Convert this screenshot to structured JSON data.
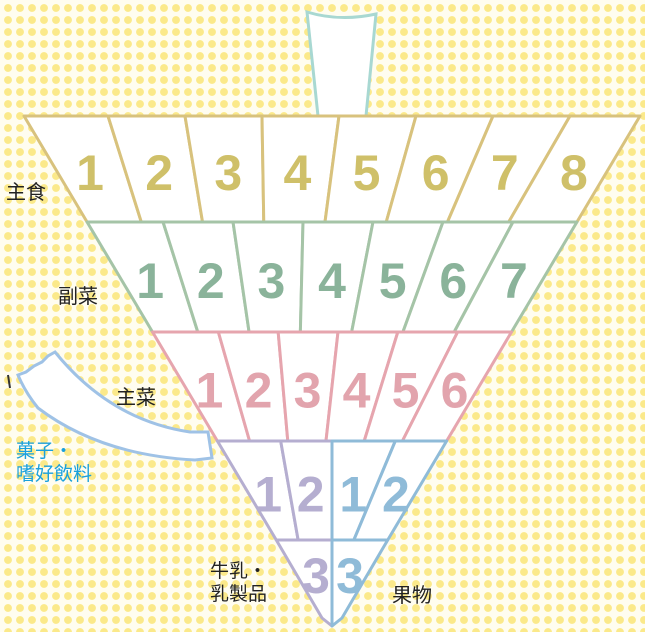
{
  "tiers": [
    {
      "name": "主食",
      "servings": [
        "1",
        "2",
        "3",
        "4",
        "5",
        "6",
        "7",
        "8"
      ],
      "color": "#d8c27d",
      "digit_color": "#cfc069"
    },
    {
      "name": "副菜",
      "servings": [
        "1",
        "2",
        "3",
        "4",
        "5",
        "6",
        "7"
      ],
      "color": "#a5c4a7",
      "digit_color": "#8ab39a"
    },
    {
      "name": "主菜",
      "servings": [
        "1",
        "2",
        "3",
        "4",
        "5",
        "6"
      ],
      "color": "#e6a5ae",
      "digit_color": "#e2a4ad"
    },
    {
      "name_left": "牛乳・乳製品",
      "servings_left": [
        "1",
        "2"
      ],
      "name_right": "果物",
      "servings_right": [
        "1",
        "2"
      ],
      "color_left": "#b5aed0",
      "color_right": "#8fbbd8"
    },
    {
      "servings_left": [
        "3"
      ],
      "servings_right": [
        "3"
      ],
      "color_left": "#b5aed0",
      "color_right": "#8fbbd8"
    }
  ],
  "labels": {
    "staple": "主食",
    "side": "副菜",
    "main": "主菜",
    "dairy_line1": "牛乳・",
    "dairy_line2": "乳製品",
    "fruit": "果物",
    "snack_line1": "菓子・",
    "snack_line2": "嗜好飲料"
  },
  "colors": {
    "top_stem": "#a8d8d2",
    "snack_ribbon": "#9fc2e6"
  }
}
